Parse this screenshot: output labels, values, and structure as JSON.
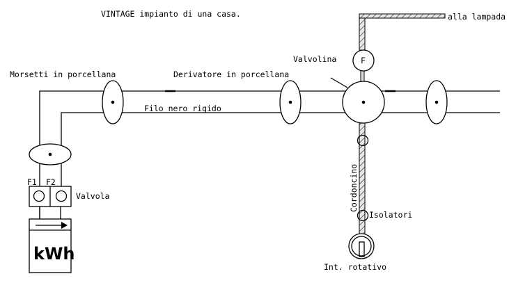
{
  "title": "VINTAGE impianto di una casa.",
  "labels": {
    "lamp": "alla lampada",
    "fuse_small": "Valvolina",
    "fuse_small_letter": "F",
    "terminals": "Morsetti in porcellana",
    "junction": "Derivatore in porcellana",
    "wire": "Filo nero rigido",
    "f1": "F1",
    "f2": "F2",
    "fuse": "Valvola",
    "meter": "kWh",
    "cord": "Cordoncino",
    "insulators": "Isolatori",
    "switch": "Int. rotativo"
  },
  "colors": {
    "line": "#000000",
    "background": "#ffffff",
    "cord_fill": "#dddddd"
  }
}
